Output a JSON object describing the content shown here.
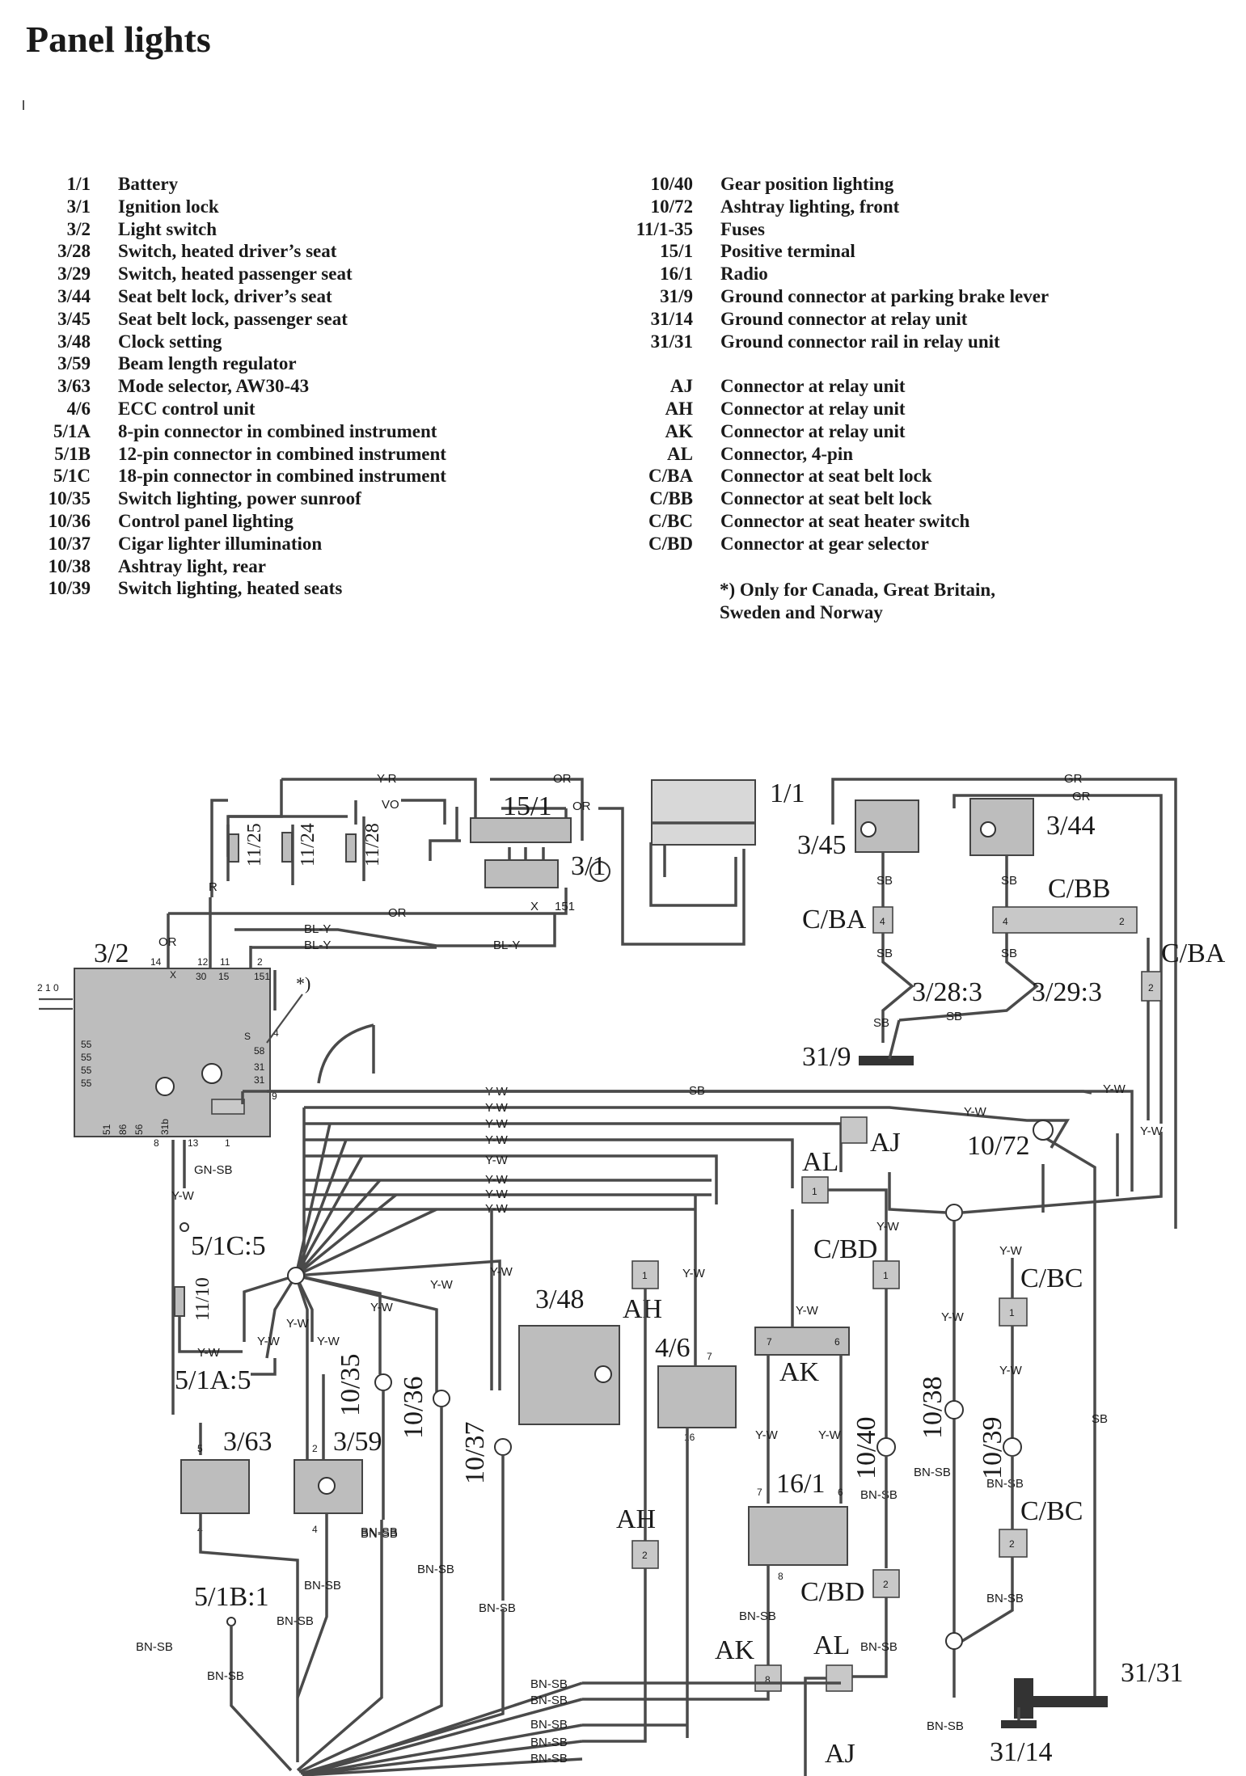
{
  "title": "Panel lights",
  "legend_left": [
    {
      "code": "1/1",
      "desc": "Battery"
    },
    {
      "code": "3/1",
      "desc": "Ignition lock"
    },
    {
      "code": "3/2",
      "desc": "Light switch"
    },
    {
      "code": "3/28",
      "desc": "Switch, heated driver’s seat"
    },
    {
      "code": "3/29",
      "desc": "Switch, heated passenger seat"
    },
    {
      "code": "3/44",
      "desc": "Seat belt lock, driver’s seat"
    },
    {
      "code": "3/45",
      "desc": "Seat belt lock, passenger seat"
    },
    {
      "code": "3/48",
      "desc": "Clock setting"
    },
    {
      "code": "3/59",
      "desc": "Beam length regulator"
    },
    {
      "code": "3/63",
      "desc": "Mode selector, AW30-43"
    },
    {
      "code": "4/6",
      "desc": "ECC control unit"
    },
    {
      "code": "5/1A",
      "desc": "8-pin connector in combined instrument"
    },
    {
      "code": "5/1B",
      "desc": "12-pin connector in combined instrument"
    },
    {
      "code": "5/1C",
      "desc": "18-pin connector in combined instrument"
    },
    {
      "code": "10/35",
      "desc": "Switch lighting, power sunroof"
    },
    {
      "code": "10/36",
      "desc": "Control panel lighting"
    },
    {
      "code": "10/37",
      "desc": "Cigar lighter illumination"
    },
    {
      "code": "10/38",
      "desc": "Ashtray light, rear"
    },
    {
      "code": "10/39",
      "desc": "Switch lighting, heated seats"
    }
  ],
  "legend_right_a": [
    {
      "code": "10/40",
      "desc": "Gear position lighting"
    },
    {
      "code": "10/72",
      "desc": "Ashtray lighting, front"
    },
    {
      "code": "11/1-35",
      "desc": "Fuses"
    },
    {
      "code": "15/1",
      "desc": "Positive terminal"
    },
    {
      "code": "16/1",
      "desc": "Radio"
    },
    {
      "code": "31/9",
      "desc": "Ground connector at parking brake lever"
    },
    {
      "code": "31/14",
      "desc": "Ground connector at relay unit"
    },
    {
      "code": "31/31",
      "desc": "Ground connector rail in relay unit"
    }
  ],
  "legend_right_b": [
    {
      "code": "AJ",
      "desc": "Connector at relay unit"
    },
    {
      "code": "AH",
      "desc": "Connector at relay unit"
    },
    {
      "code": "AK",
      "desc": "Connector at relay unit"
    },
    {
      "code": "AL",
      "desc": "Connector, 4-pin"
    },
    {
      "code": "C/BA",
      "desc": "Connector at seat belt lock"
    },
    {
      "code": "C/BB",
      "desc": "Connector at seat belt lock"
    },
    {
      "code": "C/BC",
      "desc": "Connector at seat heater switch"
    },
    {
      "code": "C/BD",
      "desc": "Connector at gear selector"
    }
  ],
  "footnote": [
    "*) Only for Canada, Great Britain,",
    "Sweden and Norway"
  ],
  "diagram": {
    "components": {
      "c15_1": "15/1",
      "c1_1": "1/1",
      "c3_1": "3/1",
      "c3_2": "3/2",
      "c3_45": "3/45",
      "c3_44": "3/44",
      "cbb": "C/BB",
      "cba1": "C/BA",
      "cba2": "C/BA",
      "c3_28": "3/28:3",
      "c3_29": "3/29:3",
      "c31_9": "31/9",
      "c10_72": "10/72",
      "aj1": "AJ",
      "al1": "AL",
      "cbd1": "C/BD",
      "cbc1": "C/BC",
      "c5_1c": "5/1C:5",
      "c3_48": "3/48",
      "ah1": "AH",
      "c4_6": "4/6",
      "ak1": "AK",
      "c5_1a": "5/1A:5",
      "c3_63": "3/63",
      "c3_59": "3/59",
      "c10_35": "10/35",
      "c10_36": "10/36",
      "c10_37": "10/37",
      "c10_40": "10/40",
      "c10_38": "10/38",
      "c10_39": "10/39",
      "c16_1": "16/1",
      "cbc2": "C/BC",
      "ah2": "AH",
      "c5_1b": "5/1B:1",
      "cbd2": "C/BD",
      "ak2": "AK",
      "al2": "AL",
      "c31_31": "31/31",
      "aj2": "AJ",
      "c31_14": "31/14",
      "star": "*)"
    },
    "fuses": {
      "f1": "11/25",
      "f2": "11/24",
      "f3": "11/28",
      "f4": "11/10"
    },
    "wires": {
      "yr": "Y-R",
      "or1": "OR",
      "or2": "OR",
      "or3": "OR",
      "or4": "OR",
      "vo": "VO",
      "r": "R",
      "bly1": "BL-Y",
      "bly2": "BL-Y",
      "bly3": "BL-Y",
      "gr1": "GR",
      "gr2": "GR",
      "sb": "SB",
      "yw": "Y-W",
      "gnsb": "GN-SB",
      "bnsb": "BN-SB"
    },
    "pins": {
      "p14": "14",
      "p12": "12",
      "p11": "11",
      "p2": "2",
      "p30": "30",
      "p15": "15",
      "p151": "151",
      "px": "X",
      "p4": "4",
      "ps": "S",
      "p58": "58",
      "p31": "31",
      "p9": "9",
      "p8": "8",
      "p13": "13",
      "p1": "1",
      "p5": "5",
      "p6": "6",
      "p7": "7",
      "p16": "16",
      "p210": "2 1 0",
      "p55": "55",
      "p51": "51",
      "p86": "86",
      "p56": "56",
      "p31b": "31b"
    }
  }
}
